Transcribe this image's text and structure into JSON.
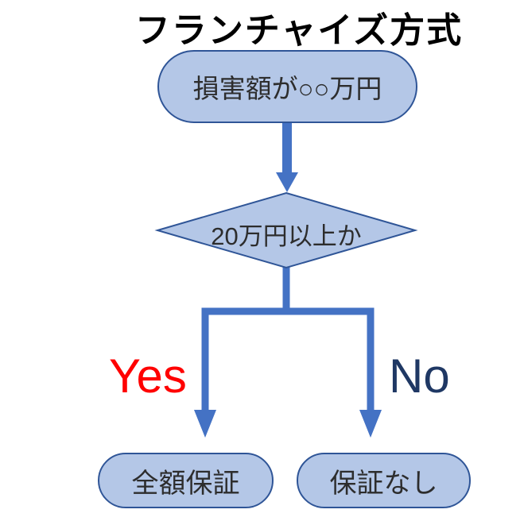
{
  "title": "フランチャイズ方式",
  "flowchart": {
    "start_node": "損害額が○○万円",
    "decision_node": "20万円以上か",
    "yes_label": "Yes",
    "no_label": "No",
    "yes_result_node": "全額保証",
    "no_result_node": "保証なし"
  },
  "colors": {
    "shape_fill": "#b4c7e7",
    "shape_border": "#2f5597",
    "connector": "#4472c4",
    "yes_text": "#ff0000",
    "no_text": "#1f3864",
    "title_text": "#000000",
    "node_text": "#2d2d2d"
  }
}
